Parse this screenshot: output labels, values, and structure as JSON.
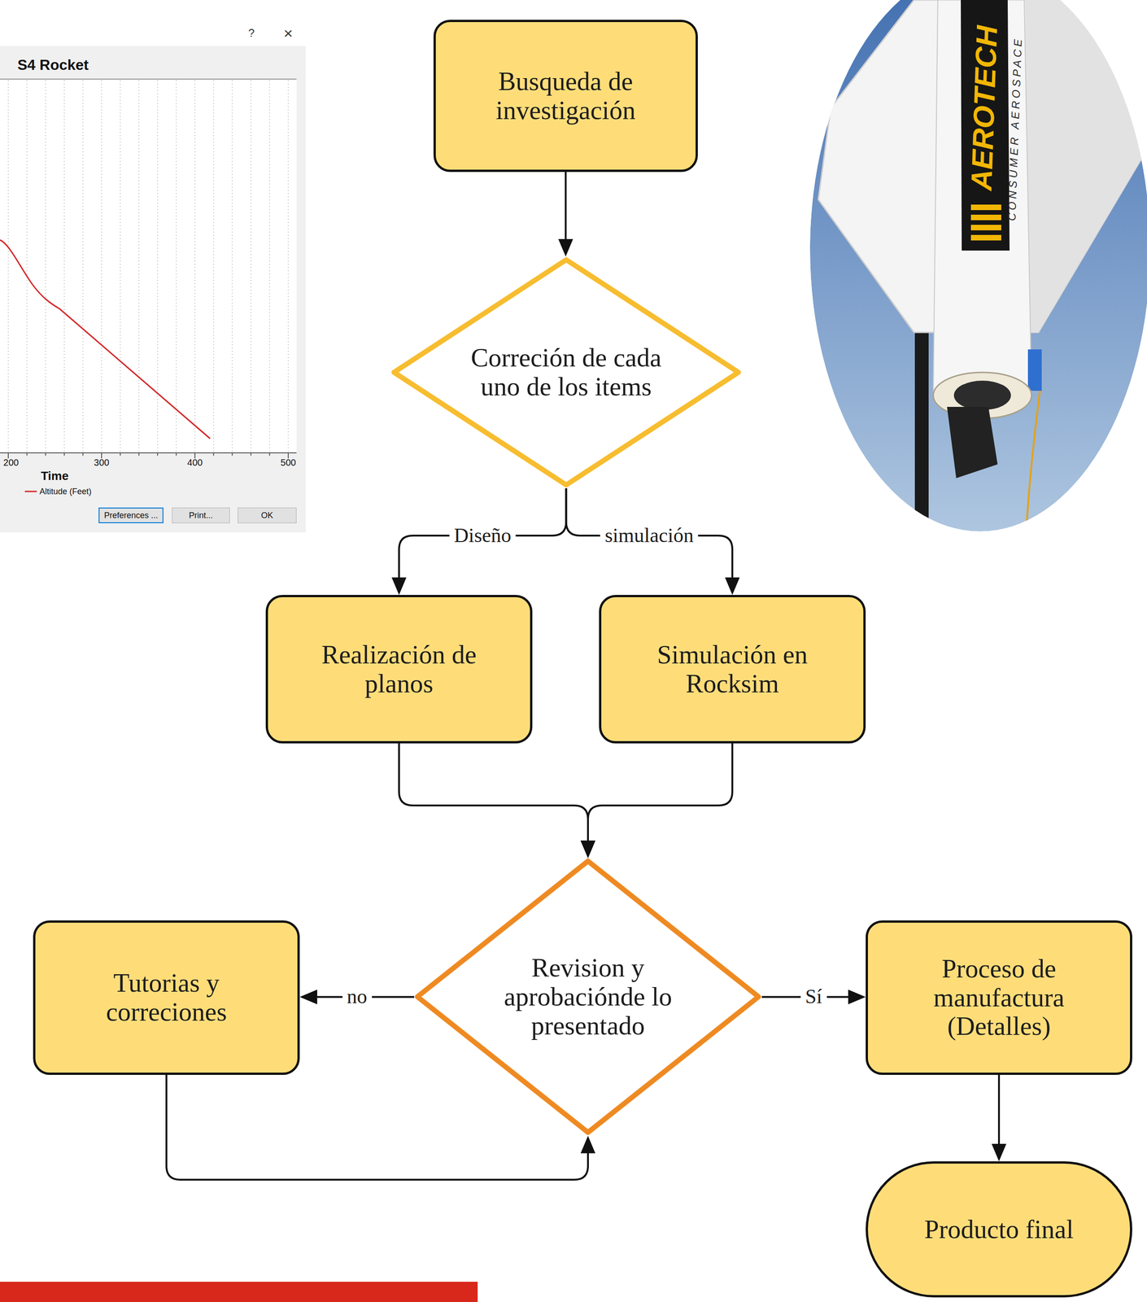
{
  "diagram": {
    "nodes": [
      {
        "text": [
          "Busqueda de investigación"
        ]
      },
      {
        "text": [
          "Correción de cada uno de los items"
        ]
      },
      {
        "text": [
          "Realización de planos"
        ]
      },
      {
        "text": [
          "Simulación en Rocksim"
        ]
      },
      {
        "text": [
          "Revision y aprobaciónde lo presentado"
        ]
      },
      {
        "text": [
          "Tutorias y correciones"
        ]
      },
      {
        "text": [
          "Proceso de manufactura (Detalles)"
        ]
      },
      {
        "text": [
          "Producto final"
        ]
      }
    ],
    "edges": [
      {
        "from": 0,
        "to": 1,
        "arrow": "to"
      },
      {
        "from": 1,
        "to": 2,
        "label": "Diseño",
        "arrow": "to"
      },
      {
        "from": 1,
        "to": 3,
        "label": "simulación",
        "arrow": "to"
      },
      {
        "from": 2,
        "to": 4,
        "arrow": "to"
      },
      {
        "from": 3,
        "to": 4,
        "arrow": "to"
      },
      {
        "from": 4,
        "to": 5,
        "label": "no",
        "arrow": "to"
      },
      {
        "from": 5,
        "to": 4,
        "arrow": "to"
      },
      {
        "from": 4,
        "to": 6,
        "label": "Sí",
        "arrow": "to"
      },
      {
        "from": 6,
        "to": 7,
        "arrow": "to"
      }
    ],
    "labels": [
      "S4 Rocket",
      "?",
      "×",
      "200",
      "300",
      "400",
      "500",
      "Time",
      "Preferences ...",
      "Print...",
      "OK",
      "AEROTECH",
      "CONSUMER AEROSPACE"
    ],
    "legend": [
      {
        "text": "Altitude (Feet)"
      }
    ]
  }
}
